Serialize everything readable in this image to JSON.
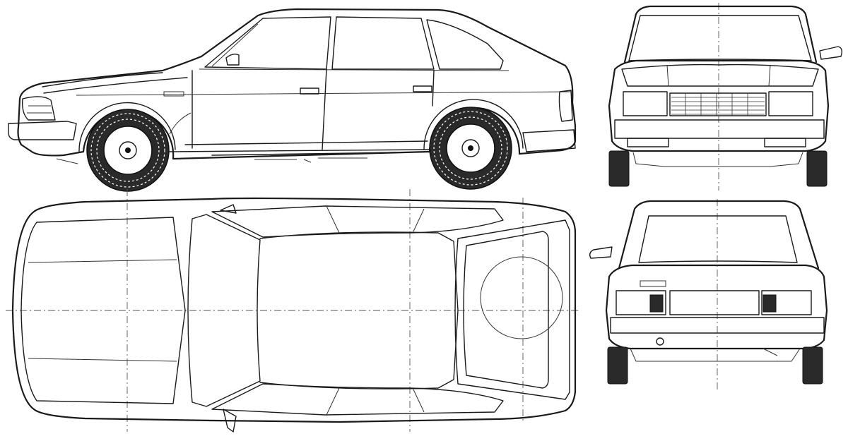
{
  "drawing": {
    "views": [
      "side",
      "top",
      "front",
      "rear"
    ],
    "line_color": "#1a1a1a",
    "background": "#ffffff"
  }
}
